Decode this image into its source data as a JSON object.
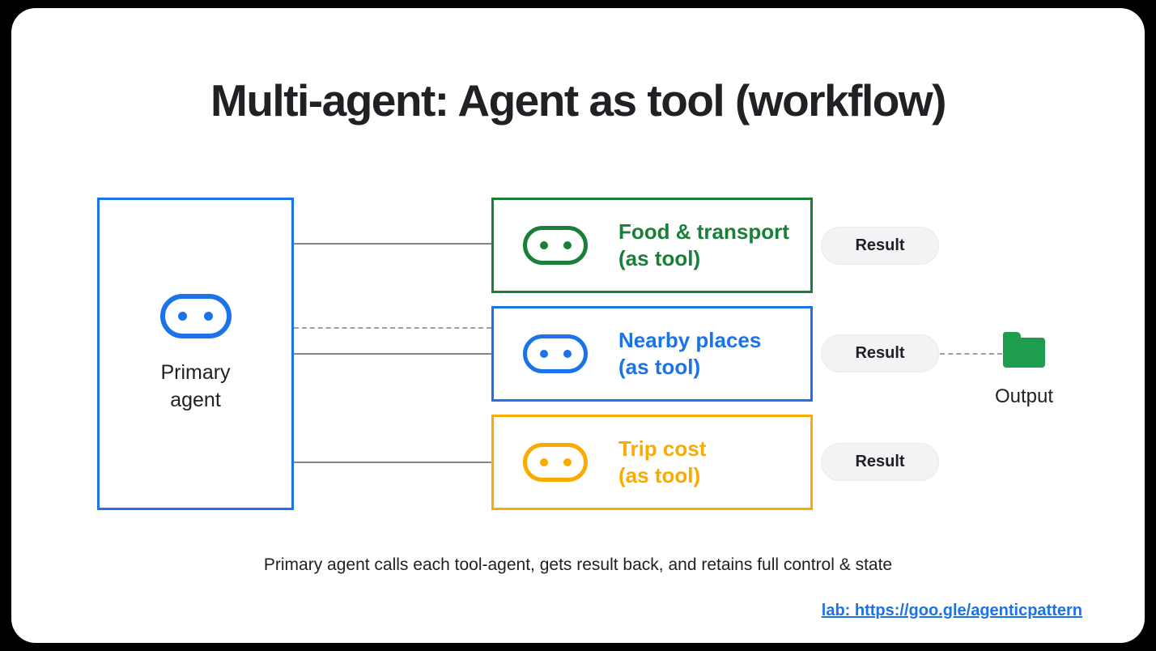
{
  "slide": {
    "title": "Multi-agent: Agent as tool (workflow)",
    "caption": "Primary agent calls each tool-agent, gets result back, and retains full control & state",
    "link_text": "lab: https://goo.gle/agenticpattern"
  },
  "colors": {
    "background": "#000000",
    "card": "#ffffff",
    "text": "#202124",
    "blue": "#1a73e8",
    "green": "#188038",
    "orange": "#f9ab00",
    "folder_green": "#1e9e4c",
    "connector_gray": "#80868b",
    "pill_background": "#f1f3f4"
  },
  "icons": {
    "robot": "stadium-outline-with-two-eyes",
    "folder": "solid-folder"
  },
  "primary_agent": {
    "label_line1": "Primary",
    "label_line2": "agent"
  },
  "tools": [
    {
      "name": "Food & transport",
      "subtitle": "(as tool)",
      "color": "#188038",
      "result_label": "Result"
    },
    {
      "name": "Nearby places",
      "subtitle": "(as tool)",
      "color": "#1a73e8",
      "result_label": "Result"
    },
    {
      "name": "Trip cost",
      "subtitle": "(as tool)",
      "color": "#f9ab00",
      "result_label": "Result"
    }
  ],
  "output": {
    "label": "Output"
  }
}
